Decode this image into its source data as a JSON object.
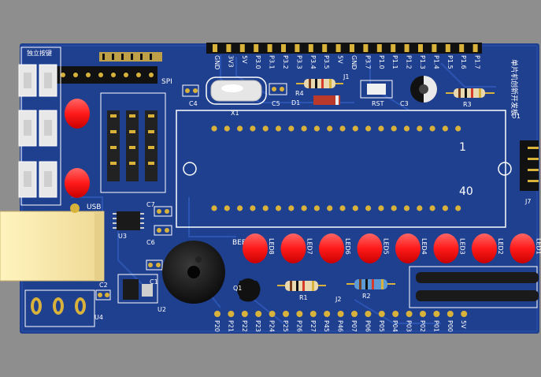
{
  "board": {
    "colors": {
      "background": "#8e8e8e",
      "pcb": "#1f3f8f",
      "pcb_dark": "#173377",
      "trace": "#2c55b3",
      "silk": "#ffffff",
      "pad": "#d9b23c",
      "led": "#ff1a1a",
      "pin": "#111111"
    },
    "labels": {
      "title": "单片机创新开发板",
      "keys_title": "独立按键",
      "usb": "USB",
      "spi": "SPI",
      "rst": "RST",
      "beep": "BEEP",
      "u1": "U1",
      "u2": "U2",
      "u3": "U3",
      "u4": "U4",
      "j1": "J1",
      "j2": "J2",
      "j7": "J7",
      "q1": "Q1",
      "x1": "X1",
      "r1": "R1",
      "r2": "R2",
      "r3": "R3",
      "r4": "R4",
      "d1": "D1",
      "c1": "C1",
      "c2": "C2",
      "c3": "C3",
      "c4": "C4",
      "c5": "C5",
      "c6": "C6",
      "c7": "C7",
      "chip_pin_1": "1",
      "chip_pin_40": "40"
    },
    "top_header_pins": [
      "GND",
      "3V3",
      "5V",
      "P3.0",
      "P3.1",
      "P3.2",
      "P3.3",
      "P3.4",
      "P3.5",
      "5V",
      "GND",
      "P3.7",
      "P1.0",
      "P1.1",
      "P1.2",
      "P1.3",
      "P1.4",
      "P1.5",
      "P1.6",
      "P1.7"
    ],
    "bottom_header_pins": [
      "P20",
      "P21",
      "P22",
      "P23",
      "P24",
      "P25",
      "P26",
      "P27",
      "P45",
      "P46",
      "P07",
      "P06",
      "P05",
      "P04",
      "P03",
      "P02",
      "P01",
      "P00",
      "5V"
    ],
    "led_labels": [
      "LED8",
      "LED7",
      "LED6",
      "LED5",
      "LED4",
      "LED3",
      "LED2",
      "LED1"
    ]
  }
}
